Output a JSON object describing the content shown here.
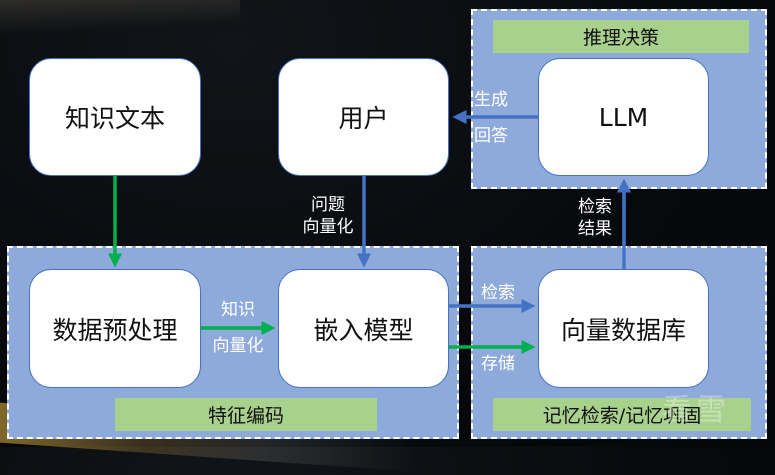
{
  "nodes": {
    "knowledge_text": "知识文本",
    "user": "用户",
    "llm": "LLM",
    "preprocess": "数据预处理",
    "embedding_model": "嵌入模型",
    "vector_db": "向量数据库"
  },
  "groups": {
    "reasoning": "推理决策",
    "feature_encoding": "特征编码",
    "memory": "记忆检索/记忆巩固"
  },
  "edges": {
    "generate_answer": [
      "生成",
      "回答"
    ],
    "question_vectorize": [
      "问题",
      "向量化"
    ],
    "retrieval_result": [
      "检索",
      "结果"
    ],
    "knowledge_vectorize": [
      "知识",
      "向量化"
    ],
    "retrieve": "检索",
    "store": "存储"
  },
  "colors": {
    "blue_arrow": "#4472c4",
    "green_arrow": "#00b050",
    "panel": "#8eaadb",
    "label_bar": "#a9d18e"
  },
  "watermark": "看雪"
}
